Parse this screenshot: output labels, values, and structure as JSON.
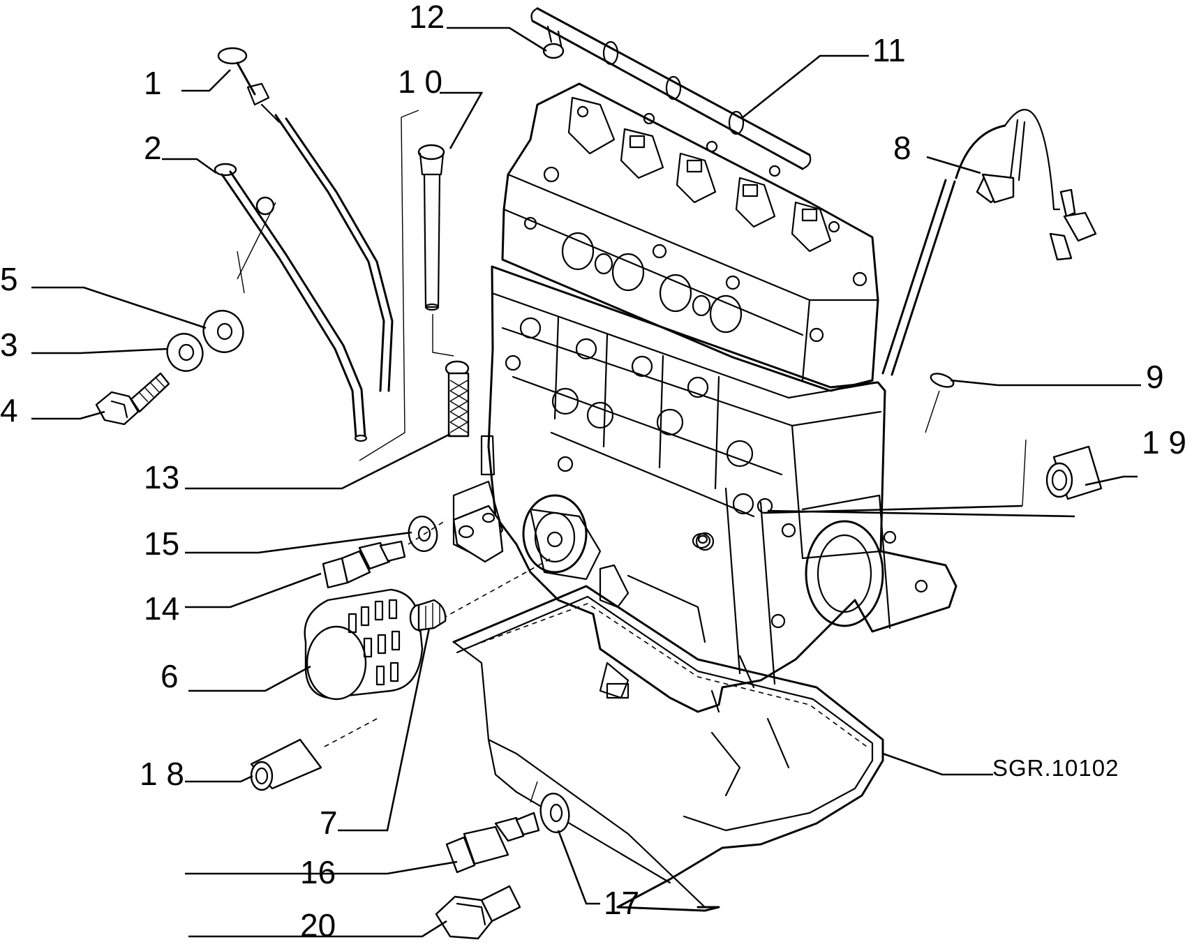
{
  "diagram": {
    "reference_code": "SGR.10102",
    "callouts": [
      {
        "id": "c1",
        "text": "1"
      },
      {
        "id": "c2",
        "text": "2"
      },
      {
        "id": "c3",
        "text": "3"
      },
      {
        "id": "c4",
        "text": "4"
      },
      {
        "id": "c5",
        "text": "5"
      },
      {
        "id": "c6",
        "text": "6"
      },
      {
        "id": "c7",
        "text": "7"
      },
      {
        "id": "c8",
        "text": "8"
      },
      {
        "id": "c9",
        "text": "9"
      },
      {
        "id": "c10",
        "text": "1 0"
      },
      {
        "id": "c11",
        "text": "11"
      },
      {
        "id": "c12",
        "text": "12"
      },
      {
        "id": "c13",
        "text": "13"
      },
      {
        "id": "c14",
        "text": "14"
      },
      {
        "id": "c15",
        "text": "15"
      },
      {
        "id": "c16",
        "text": "16"
      },
      {
        "id": "c17",
        "text": "17"
      },
      {
        "id": "c18",
        "text": "1 8"
      },
      {
        "id": "c19",
        "text": "1 9"
      },
      {
        "id": "c20",
        "text": "20"
      }
    ]
  }
}
